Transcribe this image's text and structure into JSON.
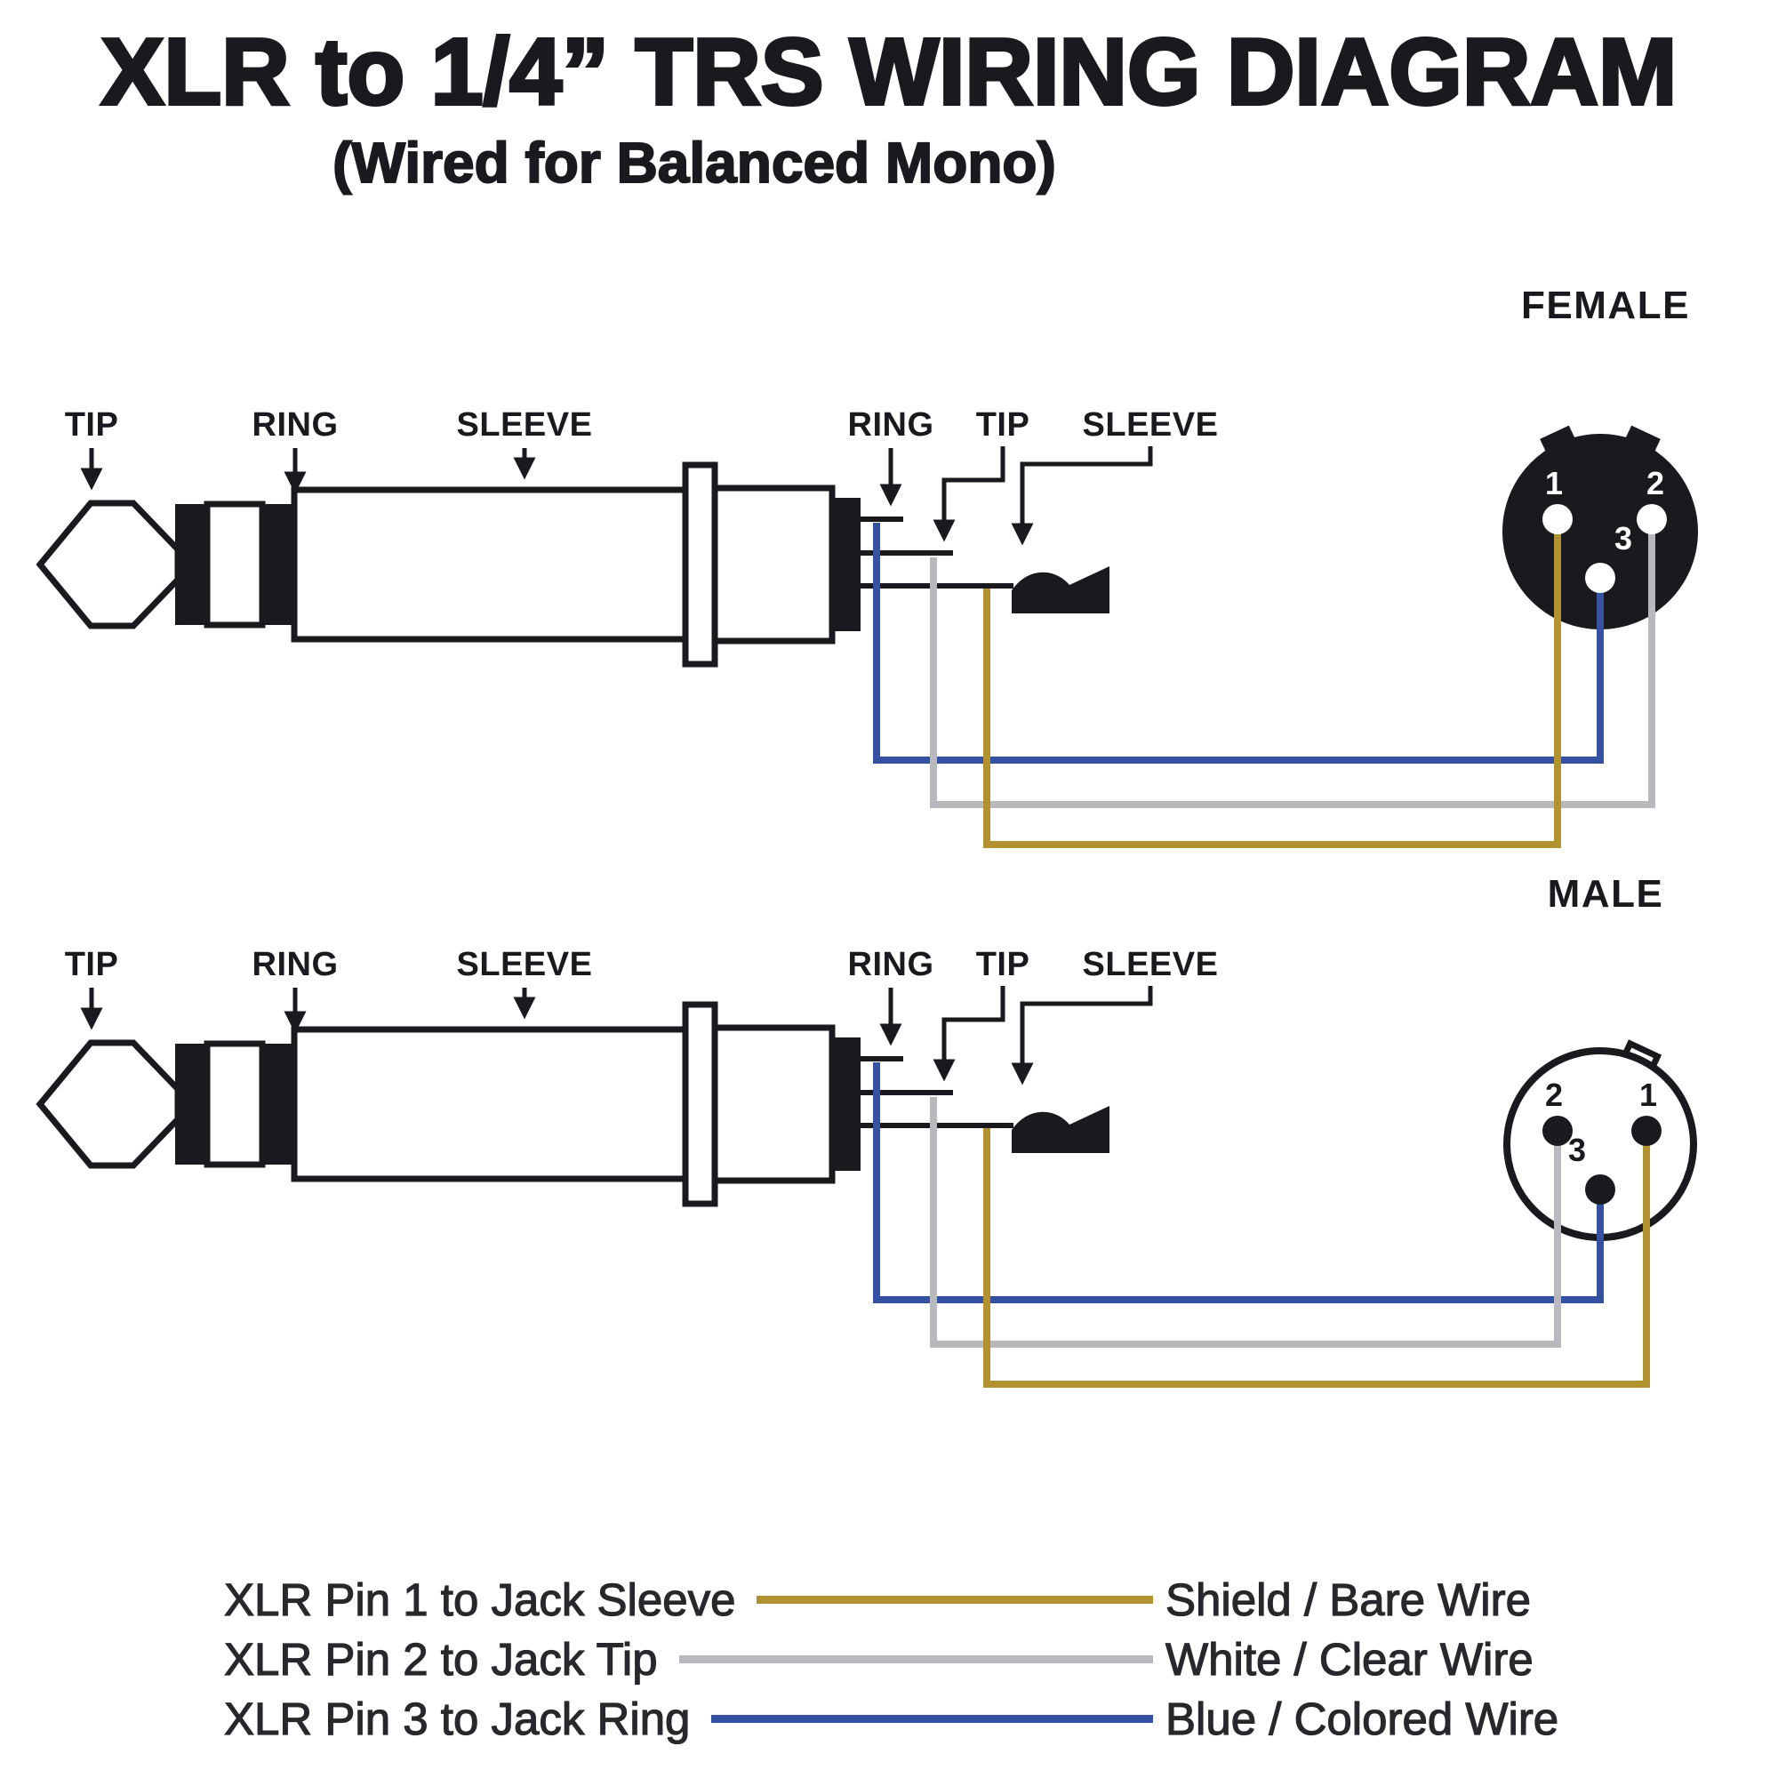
{
  "title": "XLR to 1/4” TRS WIRING DIAGRAM",
  "subtitle": "(Wired for Balanced Mono)",
  "colors": {
    "ink": "#1A1A1E",
    "shield": "#B2922E",
    "white": "#B9B8BC",
    "blue": "#3552A2"
  },
  "jack": {
    "tip": "TIP",
    "ring": "RING",
    "sleeve": "SLEEVE"
  },
  "xlr": {
    "female": {
      "label": "FEMALE",
      "pin1": "1",
      "pin2": "2",
      "pin3": "3"
    },
    "male": {
      "label": "MALE",
      "pin1": "1",
      "pin2": "2",
      "pin3": "3"
    }
  },
  "legend": {
    "rows": [
      {
        "connection": "XLR Pin 1 to Jack Sleeve",
        "wire": "Shield / Bare Wire"
      },
      {
        "connection": "XLR Pin 2 to Jack Tip",
        "wire": "White / Clear Wire"
      },
      {
        "connection": "XLR Pin 3 to Jack Ring",
        "wire": "Blue / Colored Wire"
      }
    ]
  }
}
